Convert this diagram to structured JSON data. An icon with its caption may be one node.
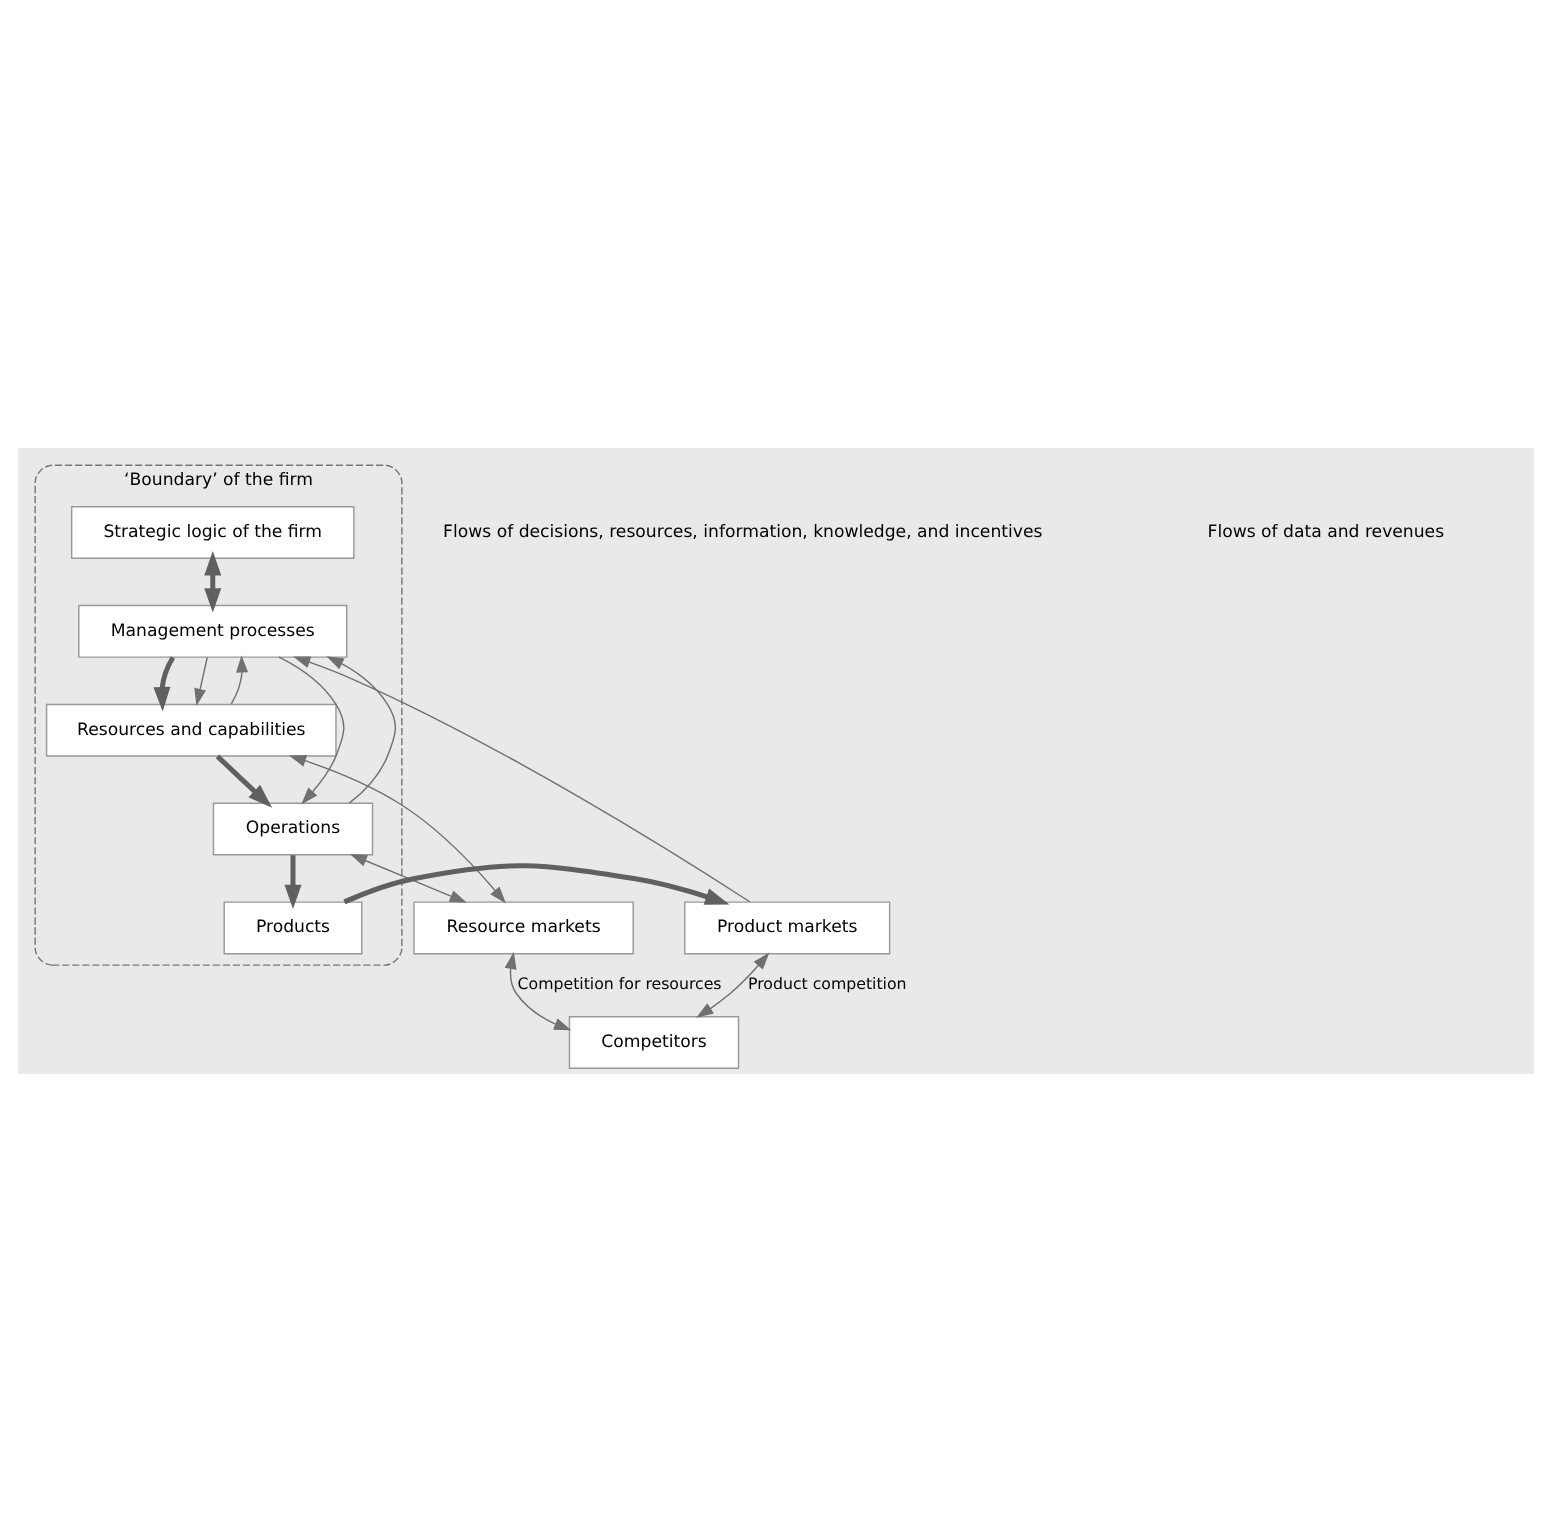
{
  "diagram": {
    "nodes": [
      {
        "text": [
          "‘Boundary’ of the firm"
        ]
      },
      {
        "text": [
          "Strategic logic of the firm"
        ],
        "in": 0
      },
      {
        "text": [
          "Management processes"
        ],
        "in": 0
      },
      {
        "text": [
          "Resources and capabilities"
        ],
        "in": 0
      },
      {
        "text": [
          "Operations"
        ],
        "in": 0
      },
      {
        "text": [
          "Products"
        ],
        "in": 0
      },
      {
        "text": [
          "Product markets"
        ]
      },
      {
        "text": [
          "Resource markets"
        ]
      },
      {
        "text": [
          "Competitors"
        ]
      }
    ],
    "edges": [
      {
        "from": 1,
        "to": 2,
        "arrow": "both",
        "style": "thick"
      },
      {
        "from": 2,
        "to": 3,
        "arrow": "to",
        "style": "thick"
      },
      {
        "from": 3,
        "to": 4,
        "arrow": "to",
        "style": "thick"
      },
      {
        "from": 4,
        "to": 5,
        "arrow": "to",
        "style": "thick"
      },
      {
        "from": 5,
        "to": 6,
        "arrow": "to",
        "style": "thick"
      },
      {
        "from": 2,
        "to": 3,
        "arrow": "to"
      },
      {
        "from": 2,
        "to": 4,
        "arrow": "to"
      },
      {
        "from": 3,
        "to": 2,
        "arrow": "to"
      },
      {
        "from": 4,
        "to": 2,
        "arrow": "to"
      },
      {
        "from": 6,
        "to": 2,
        "arrow": "to"
      },
      {
        "from": 3,
        "to": 7,
        "arrow": "both"
      },
      {
        "from": 4,
        "to": 7,
        "arrow": "both"
      },
      {
        "from": 7,
        "to": 8,
        "arrow": "both",
        "label": "Competition for resources"
      },
      {
        "from": 6,
        "to": 8,
        "arrow": "both",
        "label": "Product competition"
      }
    ],
    "labels": [
      "Flows of decisions, resources, information, knowledge, and incentives",
      "Flows of data and revenues"
    ]
  }
}
